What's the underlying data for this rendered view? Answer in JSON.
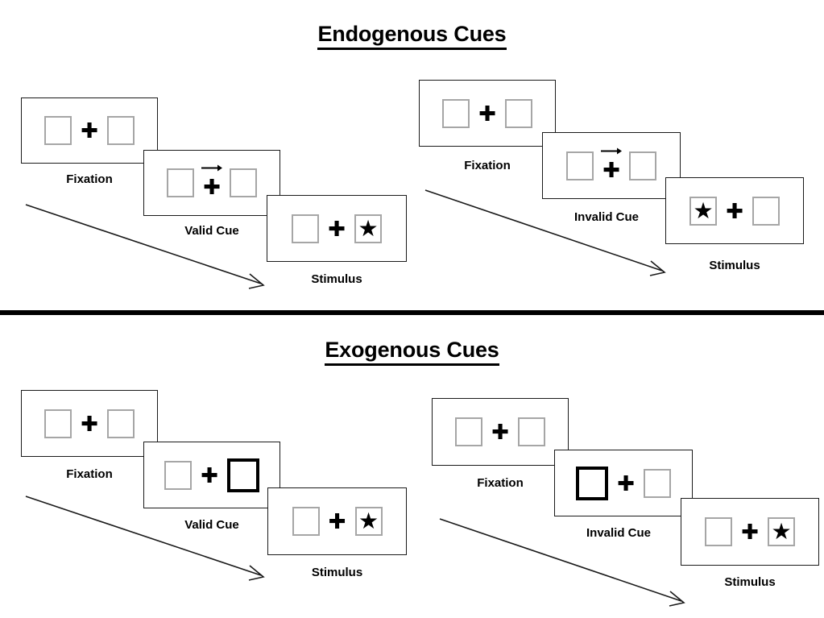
{
  "figure": {
    "background_color": "#ffffff",
    "line_color": "#1a1a1a",
    "slot_border_color": "#a6a6a6",
    "cued_slot_border_color": "#000000",
    "star_glyph": "★",
    "plus_glyph": "✚"
  },
  "sections": [
    {
      "id": "endogenous",
      "title": "Endogenous Cues",
      "conditions": [
        {
          "id": "endogenous-valid",
          "stages": [
            {
              "label": "Fixation",
              "cue": "none",
              "left_box": "empty",
              "right_box": "empty",
              "arrow": "none"
            },
            {
              "label": "Valid Cue",
              "cue": "arrow-right",
              "left_box": "empty",
              "right_box": "empty",
              "arrow": "right"
            },
            {
              "label": "Stimulus",
              "cue": "none",
              "left_box": "empty",
              "right_box": "star",
              "arrow": "none"
            }
          ]
        },
        {
          "id": "endogenous-invalid",
          "stages": [
            {
              "label": "Fixation",
              "cue": "none",
              "left_box": "empty",
              "right_box": "empty",
              "arrow": "none"
            },
            {
              "label": "Invalid Cue",
              "cue": "arrow-right",
              "left_box": "empty",
              "right_box": "empty",
              "arrow": "right"
            },
            {
              "label": "Stimulus",
              "cue": "none",
              "left_box": "star",
              "right_box": "empty",
              "arrow": "none"
            }
          ]
        }
      ]
    },
    {
      "id": "exogenous",
      "title": "Exogenous Cues",
      "conditions": [
        {
          "id": "exogenous-valid",
          "stages": [
            {
              "label": "Fixation",
              "cue": "none",
              "left_box": "empty",
              "right_box": "empty",
              "arrow": "none"
            },
            {
              "label": "Valid Cue",
              "cue": "box-flash-right",
              "left_box": "empty",
              "right_box": "cued",
              "arrow": "none"
            },
            {
              "label": "Stimulus",
              "cue": "none",
              "left_box": "empty",
              "right_box": "star",
              "arrow": "none"
            }
          ]
        },
        {
          "id": "exogenous-invalid",
          "stages": [
            {
              "label": "Fixation",
              "cue": "none",
              "left_box": "empty",
              "right_box": "empty",
              "arrow": "none"
            },
            {
              "label": "Invalid Cue",
              "cue": "box-flash-left",
              "left_box": "cued",
              "right_box": "empty",
              "arrow": "none"
            },
            {
              "label": "Stimulus",
              "cue": "none",
              "left_box": "empty",
              "right_box": "star",
              "arrow": "none"
            }
          ]
        }
      ]
    }
  ],
  "flow_arrows": [
    {
      "id": "flow-endogenous-valid",
      "direction": "down-right"
    },
    {
      "id": "flow-endogenous-invalid",
      "direction": "down-right"
    },
    {
      "id": "flow-exogenous-valid",
      "direction": "down-right"
    },
    {
      "id": "flow-exogenous-invalid",
      "direction": "down-right"
    }
  ]
}
